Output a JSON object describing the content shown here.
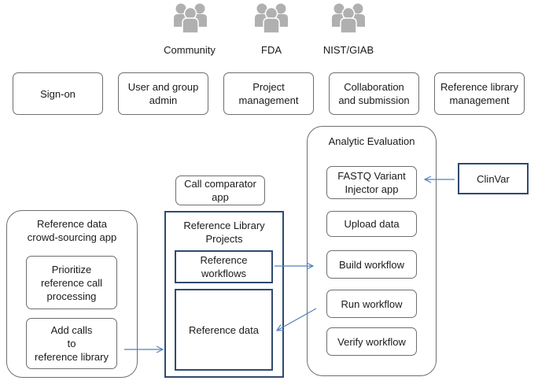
{
  "stakeholders": [
    {
      "label": "Community",
      "icon": "group-icon"
    },
    {
      "label": "FDA",
      "icon": "group-icon"
    },
    {
      "label": "NIST/GIAB",
      "icon": "group-icon"
    }
  ],
  "top_modules": [
    {
      "label": "Sign-on"
    },
    {
      "label": "User and group\nadmin"
    },
    {
      "label": "Project\nmanagement"
    },
    {
      "label": "Collaboration\nand submission"
    },
    {
      "label": "Reference library\nmanagement"
    }
  ],
  "crowd_sourcing": {
    "title": "Reference data\ncrowd-sourcing app",
    "prioritize": "Prioritize\nreference call\nprocessing",
    "add_calls": "Add calls\nto\nreference library"
  },
  "call_comparator": "Call comparator\napp",
  "reference_library": {
    "title": "Reference Library\nProjects",
    "workflows": "Reference\nworkflows",
    "data": "Reference data"
  },
  "analytic_evaluation": {
    "title": "Analytic Evaluation",
    "items": [
      {
        "label": "FASTQ Variant\nInjector app"
      },
      {
        "label": "Upload data"
      },
      {
        "label": "Build workflow"
      },
      {
        "label": "Run workflow"
      },
      {
        "label": "Verify workflow"
      }
    ]
  },
  "clinvar": "ClinVar",
  "colors": {
    "arrow": "#4f81bd",
    "navy_border": "#2f4a6e",
    "icon_gray": "#b0b0b0",
    "box_border": "#6e6e6e"
  }
}
